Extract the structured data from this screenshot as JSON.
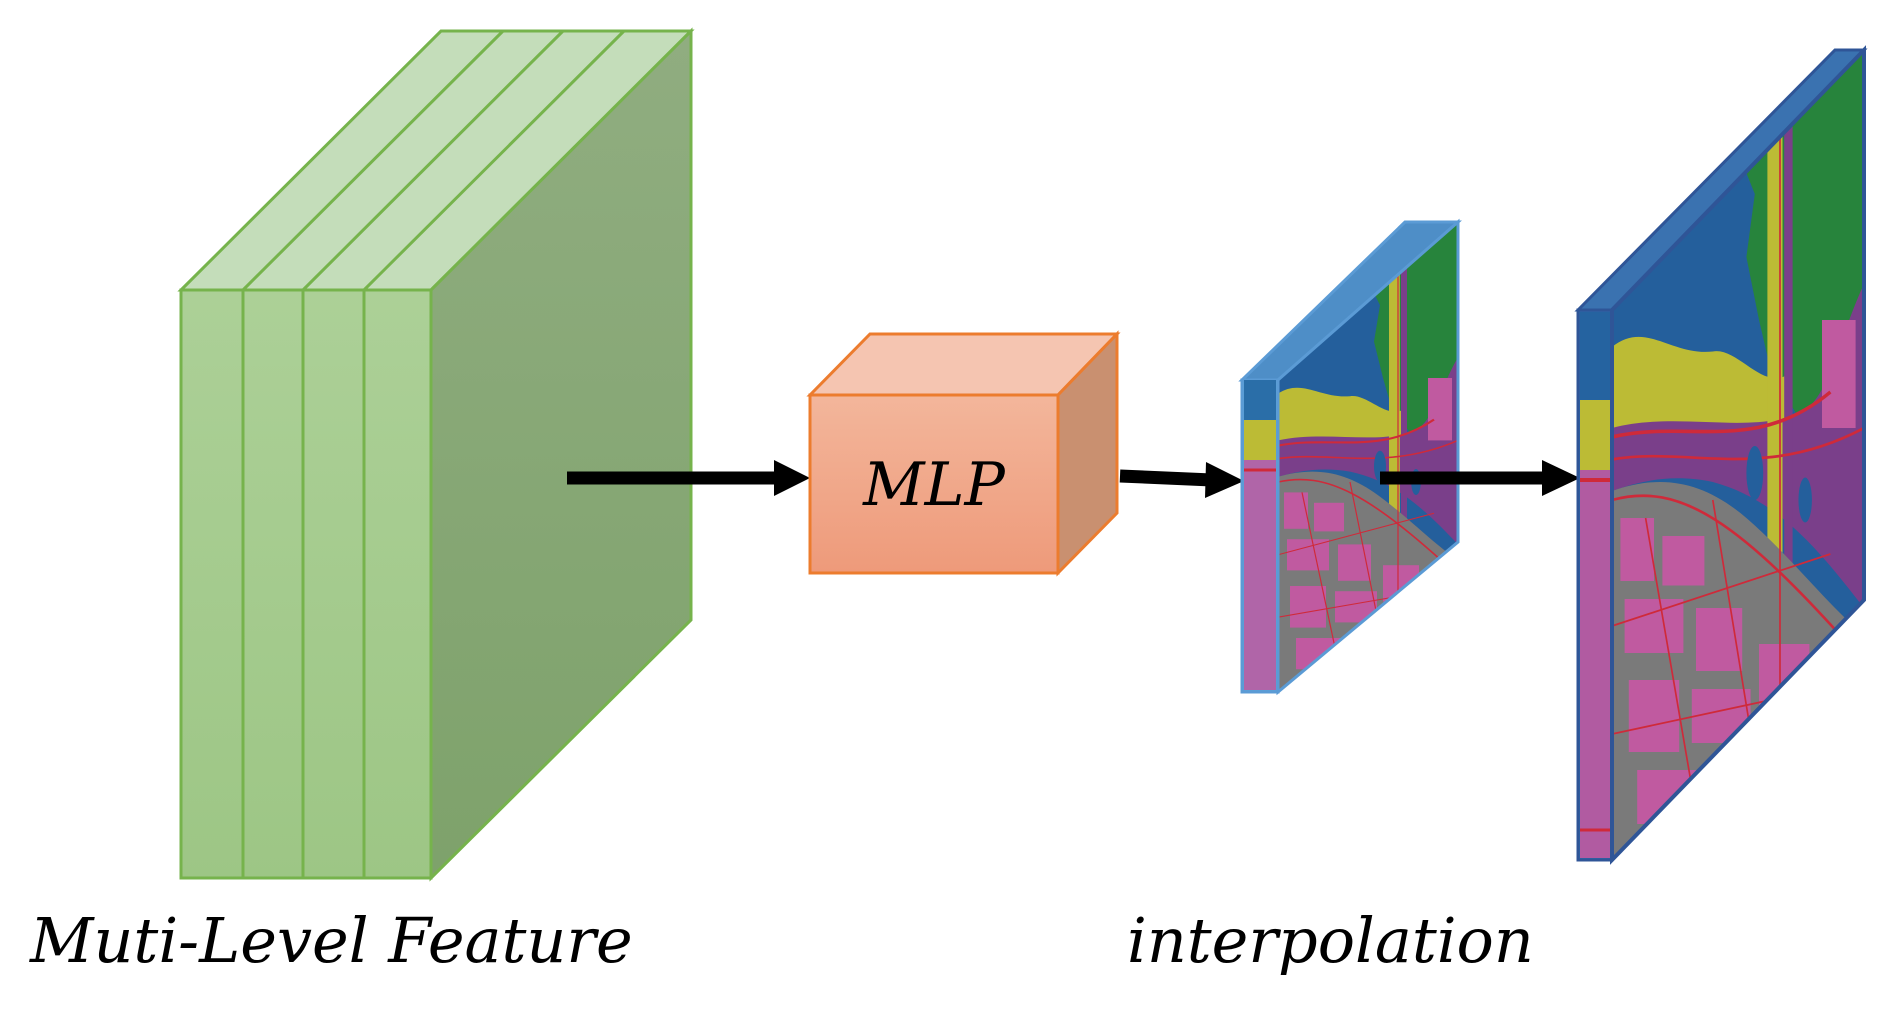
{
  "labels": {
    "mlp": "MLP",
    "features": "Muti-Level Feature",
    "interpolation": "interpolation"
  },
  "colors": {
    "feature_front": "#a6cd90",
    "feature_top": "#c4ddba",
    "feature_side": "#86a576",
    "feature_border": "#76b34c",
    "mlp_front": "#f2a585",
    "mlp_top": "#f5c5b1",
    "mlp_side": "#c99070",
    "mlp_border": "#ec7c2e",
    "map_border": "#5b9bd5",
    "map_border_large": "#2f5597",
    "arrow": "#000000",
    "seg_water": "#2563a0",
    "seg_forest": "#27843c",
    "seg_road": "#7a3f8a",
    "seg_field": "#bcbb35",
    "seg_building": "#c05aa0",
    "seg_ground": "#7a7a7a",
    "seg_line": "#cf2a3a"
  }
}
